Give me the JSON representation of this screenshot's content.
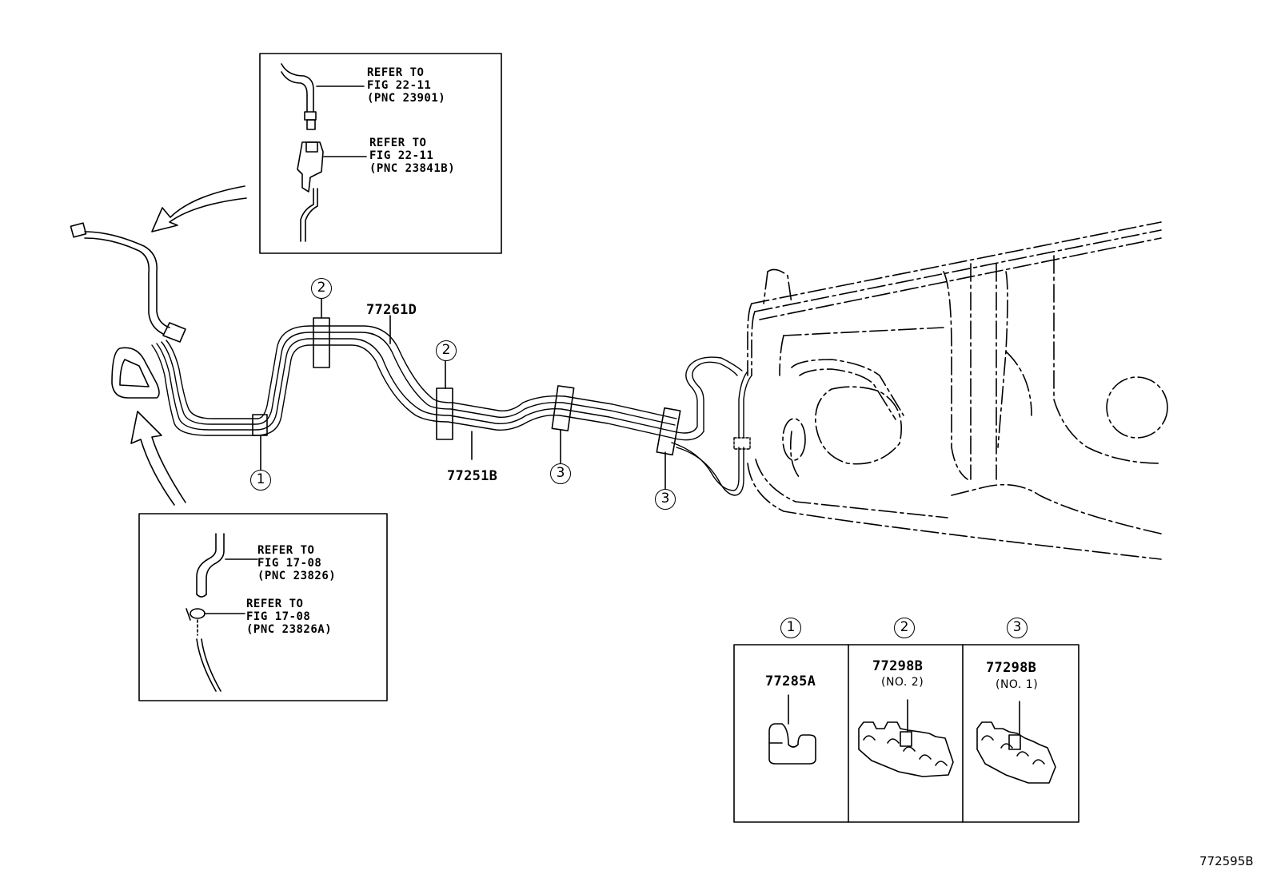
{
  "callouts": {
    "top_ref_1": {
      "line1": "REFER TO",
      "line2": "FIG 22-11",
      "line3": "(PNC 23901)"
    },
    "top_ref_2": {
      "line1": "REFER TO",
      "line2": "FIG 22-11",
      "line3": "(PNC 23841B)"
    },
    "bottom_ref_1": {
      "line1": "REFER TO",
      "line2": "FIG 17-08",
      "line3": "(PNC 23826)"
    },
    "bottom_ref_2": {
      "line1": "REFER TO",
      "line2": "FIG 17-08",
      "line3": "(PNC 23826A)"
    }
  },
  "parts": {
    "tube_upper": "77261D",
    "tube_lower": "77251B"
  },
  "clamp_markers": {
    "m1": "1",
    "m2a": "2",
    "m2b": "2",
    "m3a": "3",
    "m3b": "3"
  },
  "legend": {
    "items": [
      {
        "marker": "1",
        "part": "77285A",
        "note": ""
      },
      {
        "marker": "2",
        "part": "77298B",
        "note": "(NO. 2)"
      },
      {
        "marker": "3",
        "part": "77298B",
        "note": "(NO. 1)"
      }
    ]
  },
  "figure_id": "772595B"
}
